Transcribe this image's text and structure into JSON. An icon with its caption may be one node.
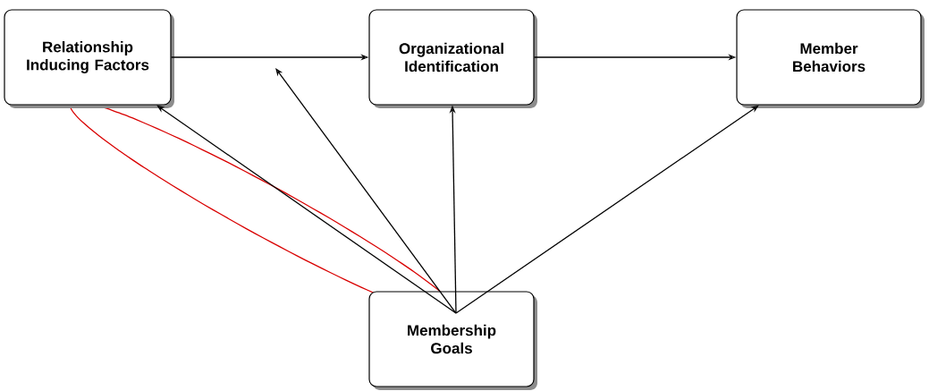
{
  "diagram": {
    "nodes": [
      {
        "text": [
          "Relationship Inducing Factors"
        ]
      },
      {
        "text": [
          "Organizational Identification"
        ]
      },
      {
        "text": [
          "Member Behaviors"
        ]
      },
      {
        "text": [
          "Membership Goals"
        ]
      }
    ],
    "edges": [
      {
        "from": 0,
        "to": 1,
        "arrow": "to"
      },
      {
        "from": 1,
        "to": 2,
        "arrow": "to"
      },
      {
        "from": 3,
        "to": 0,
        "arrow": "to"
      },
      {
        "from": 3,
        "to": null,
        "arrow": "to"
      },
      {
        "from": 3,
        "to": 1,
        "arrow": "to"
      },
      {
        "from": 3,
        "to": 2,
        "arrow": "to"
      }
    ]
  }
}
